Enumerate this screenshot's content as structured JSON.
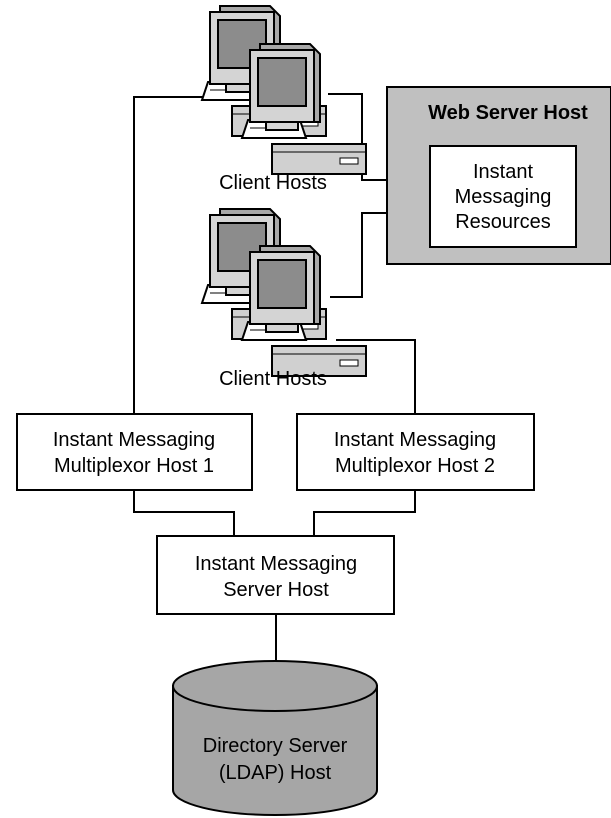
{
  "web_server": {
    "title": "Web Server Host",
    "resources": [
      "Instant",
      "Messaging",
      "Resources"
    ]
  },
  "client_hosts_top": {
    "label": "Client Hosts"
  },
  "client_hosts_bottom": {
    "label": "Client Hosts"
  },
  "multiplexor_1": {
    "lines": [
      "Instant Messaging",
      "Multiplexor Host 1"
    ]
  },
  "multiplexor_2": {
    "lines": [
      "Instant Messaging",
      "Multiplexor Host 2"
    ]
  },
  "im_server": {
    "lines": [
      "Instant Messaging",
      "Server Host"
    ]
  },
  "directory_server": {
    "lines": [
      "Directory Server",
      "(LDAP) Host"
    ]
  },
  "colors": {
    "web_server_fill": "#c0c0c0",
    "directory_fill": "#a6a6a6",
    "monitor_fill": "#c8c8c8",
    "screen_fill": "#8c8c8c",
    "line": "#000000",
    "box_fill": "#ffffff"
  }
}
